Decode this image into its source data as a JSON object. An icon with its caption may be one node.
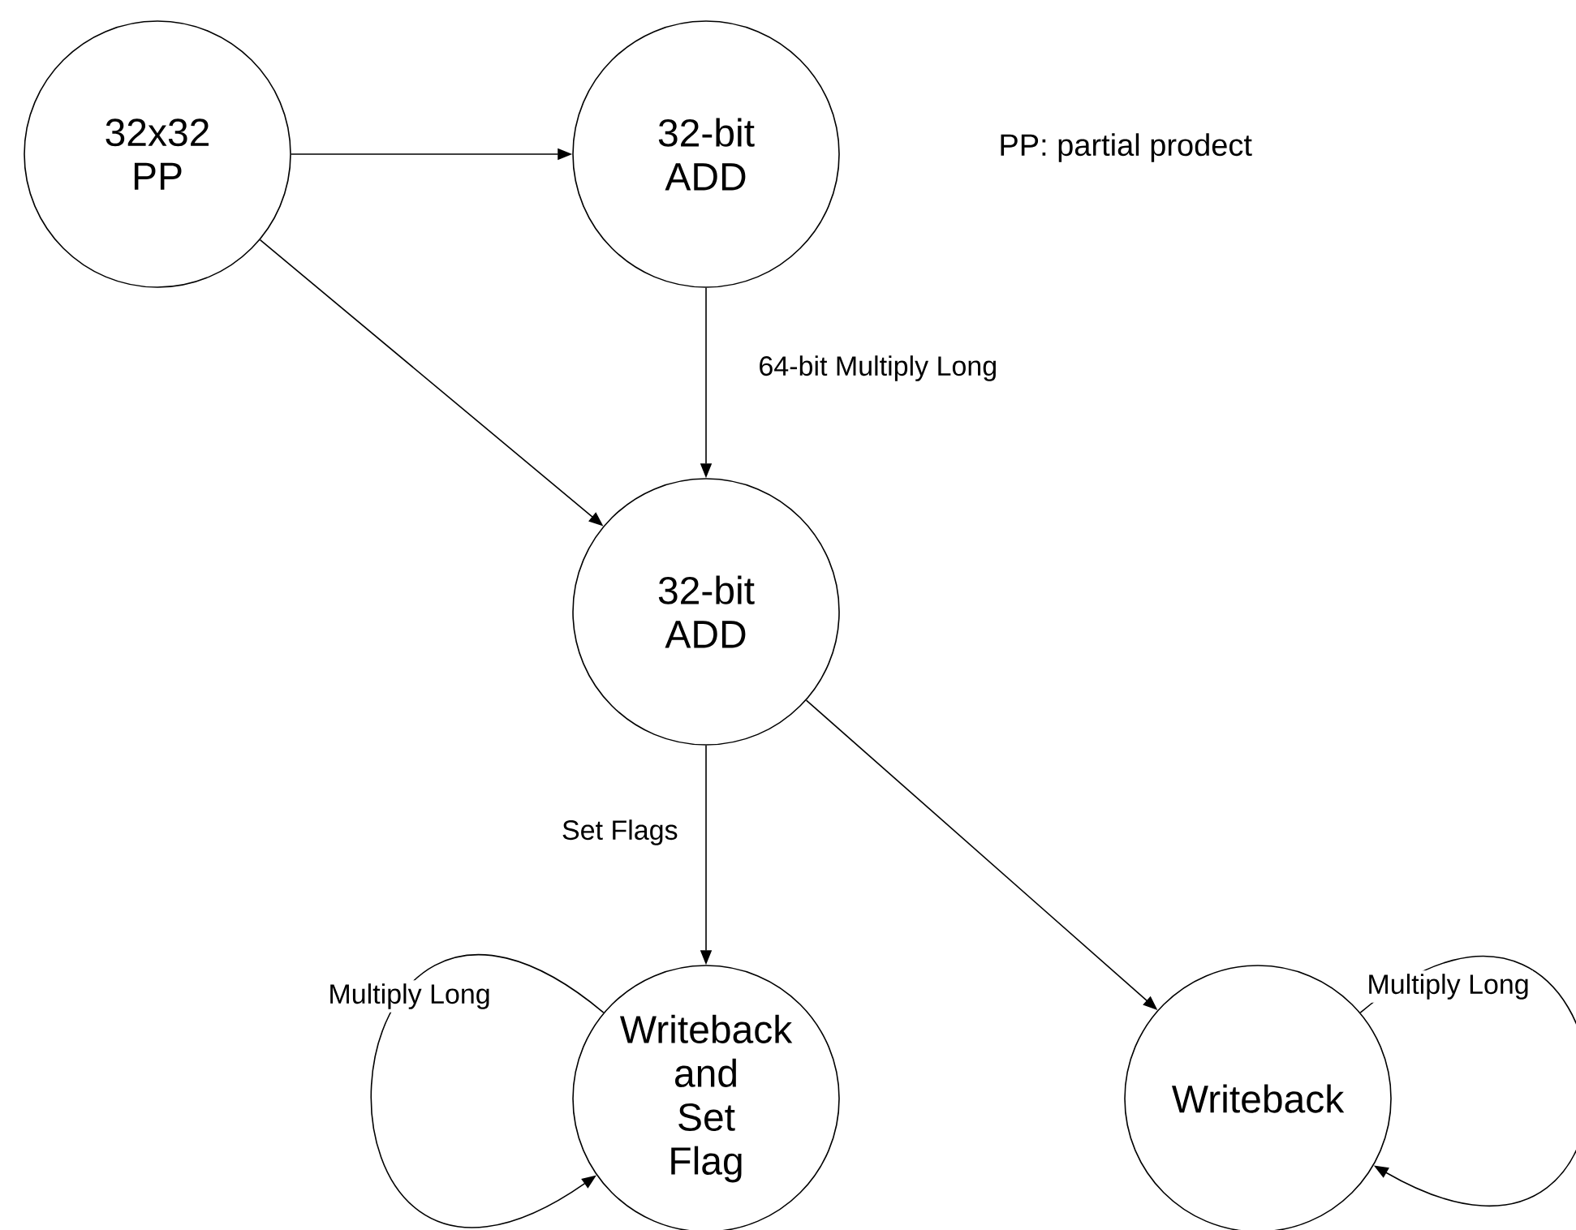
{
  "diagram": {
    "nodes": [
      {
        "text": [
          "32x32 PP"
        ]
      },
      {
        "text": [
          "32-bit ADD"
        ]
      },
      {
        "text": [
          "32-bit ADD"
        ]
      },
      {
        "text": [
          "Writeback and Set Flag"
        ]
      },
      {
        "text": [
          "Writeback"
        ]
      }
    ],
    "edges": [
      {
        "from": 0,
        "to": 1,
        "arrow": "to"
      },
      {
        "from": 0,
        "to": 2,
        "arrow": "to"
      },
      {
        "from": 1,
        "to": 2,
        "arrow": "to",
        "label": "64-bit Multiply Long"
      },
      {
        "from": 2,
        "to": 3,
        "arrow": "to",
        "label": "Set Flags"
      },
      {
        "from": 2,
        "to": 4,
        "arrow": "to"
      },
      {
        "from": 3,
        "to": 3,
        "arrow": "to",
        "label": "Multiply Long"
      },
      {
        "from": 4,
        "to": 4,
        "arrow": "to",
        "label": "Multiply Long"
      }
    ],
    "labels": [
      "PP: partial prodect"
    ]
  }
}
